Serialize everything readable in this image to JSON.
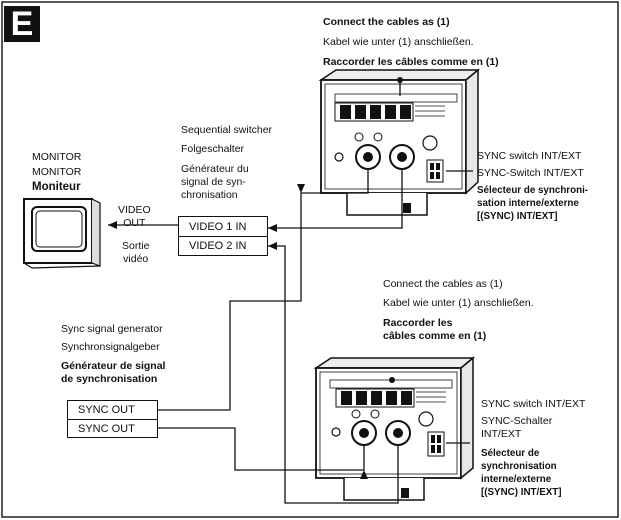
{
  "section_letter": "E",
  "top_note": {
    "en": "Connect the cables as (1)",
    "de": "Kabel wie unter (1) anschließen.",
    "fr": "Raccorder les câbles comme en (1)"
  },
  "bottom_note": {
    "en": "Connect the cables as (1)",
    "de": "Kabel wie unter (1) anschließen.",
    "fr": "Raccorder les\ncâbles comme en (1)"
  },
  "monitor": {
    "en": "MONITOR",
    "de": "MONITOR",
    "fr": "Moniteur",
    "output_en": "VIDEO\nOUT",
    "output_fr": "Sortie\nvidéo"
  },
  "switcher": {
    "en": "Sequential switcher",
    "de": "Folgeschalter",
    "fr": "Générateur du\nsignal de syn-\nchronisation",
    "inputs": [
      "VIDEO 1 IN",
      "VIDEO 2 IN"
    ]
  },
  "sync_generator": {
    "en": "Sync signal generator",
    "de": "Synchronsignalgeber",
    "fr": "Générateur de signal\nde synchronisation",
    "outputs": [
      "SYNC OUT",
      "SYNC OUT"
    ]
  },
  "camera_top_sync": {
    "en": "SYNC switch INT/EXT",
    "de": "SYNC-Switch INT/EXT",
    "fr": "Sélecteur de synchroni-\nsation interne/externe\n[(SYNC) INT/EXT]"
  },
  "camera_bottom_sync": {
    "en": "SYNC switch INT/EXT",
    "de": "SYNC-Schalter\nINT/EXT",
    "fr": "Sélecteur de\nsynchronisation\ninterne/externe\n[(SYNC) INT/EXT]"
  }
}
